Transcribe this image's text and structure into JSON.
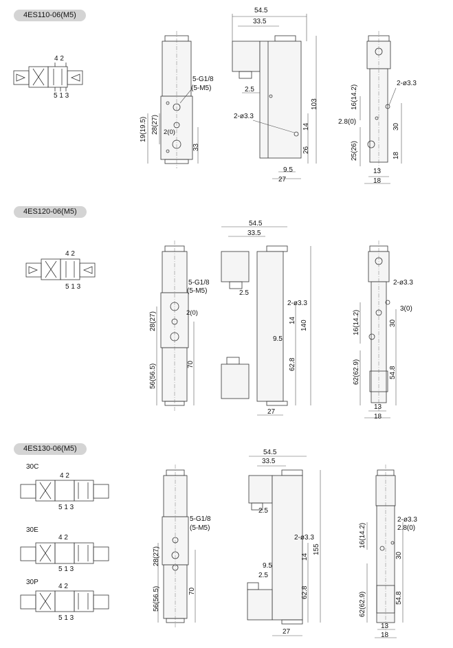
{
  "sections": [
    {
      "model": "4ES110-06(M5)",
      "symbol": {
        "port_top": "4  2",
        "port_bottom": "5 1 3"
      },
      "front": {
        "port_note": "5-G1/8",
        "port_note2": "(5-M5)",
        "dim_a": "19(19.5)",
        "dim_b": "28(27)",
        "dim_c": "2(0)",
        "dim_d": "33"
      },
      "side": {
        "w_total": "54.5",
        "w_inner": "33.5",
        "d_2_5": "2.5",
        "hole": "2-ø3.3",
        "h_total": "103",
        "h_14": "14",
        "h_26": "26",
        "b_9_5": "9.5",
        "b_27": "27"
      },
      "right": {
        "hole": "2-ø3.3",
        "d_16": "16(14.2)",
        "d_2_8": "2.8(0)",
        "d_30": "30",
        "d_25": "25(26)",
        "d_18v": "18",
        "b_13": "13",
        "b_18": "18"
      }
    },
    {
      "model": "4ES120-06(M5)",
      "symbol": {
        "port_top": "4  2",
        "port_bottom": "5 1 3"
      },
      "front": {
        "port_note": "5-G1/8",
        "port_note2": "(5-M5)",
        "dim_c": "2(0)",
        "dim_b": "28(27)",
        "dim_e": "56(56.5)",
        "dim_f": "70"
      },
      "side": {
        "w_total": "54.5",
        "w_inner": "33.5",
        "d_2_5": "2.5",
        "hole": "2-ø3.3",
        "h_total": "140",
        "h_14": "14",
        "b_9_5": "9.5",
        "h_62_8": "62.8",
        "b_27": "27"
      },
      "right": {
        "hole": "2-ø3.3",
        "d_3": "3(0)",
        "d_16": "16(14.2)",
        "d_30": "30",
        "d_62": "62(62.9)",
        "d_54_8": "54.8",
        "b_13": "13",
        "b_18": "18"
      }
    },
    {
      "model": "4ES130-06(M5)",
      "variants": [
        {
          "name": "30C",
          "port_top": "4 2",
          "port_bottom": "5 1 3"
        },
        {
          "name": "30E",
          "port_top": "4  2",
          "port_bottom": "5 1 3"
        },
        {
          "name": "30P",
          "port_top": "4  2",
          "port_bottom": "5 1 3"
        }
      ],
      "front": {
        "port_note": "5-G1/8",
        "port_note2": "(5-M5)",
        "dim_b": "28(27)",
        "dim_e": "56(56.5)",
        "dim_f": "70"
      },
      "side": {
        "w_total": "54.5",
        "w_inner": "33.5",
        "d_2_5": "2.5",
        "hole": "2-ø3.3",
        "h_total": "155",
        "h_14": "14",
        "b_9_5": "9.5",
        "d_2_5b": "2.5",
        "h_62_8": "62.8",
        "b_27": "27"
      },
      "right": {
        "hole": "2-ø3.3",
        "d_2_8": "2.8(0)",
        "d_16": "16(14.2)",
        "d_30": "30",
        "d_62": "62(62.9)",
        "d_54_8": "54.8",
        "b_13": "13",
        "b_18": "18"
      }
    }
  ]
}
